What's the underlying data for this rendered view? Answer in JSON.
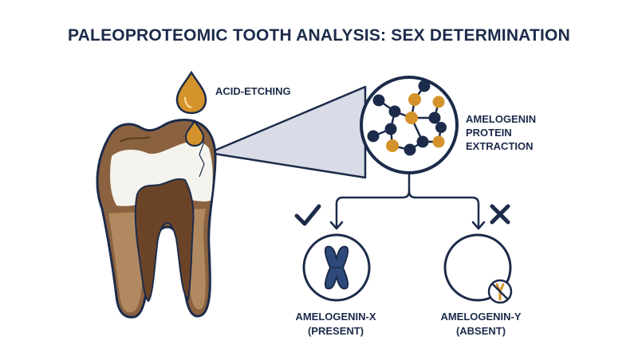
{
  "title": "PALEOPROTEOMIC TOOTH ANALYSIS: SEX DETERMINATION",
  "labels": {
    "acid_etching": "ACID-ETCHING",
    "amelogenin_extraction": [
      "AMELOGENIN",
      "PROTEIN",
      "EXTRACTION"
    ],
    "amelogenin_x": [
      "AMELOGENIN-X",
      "(PRESENT)"
    ],
    "amelogenin_y": [
      "AMELOGENIN-Y",
      "(ABSENT)"
    ]
  },
  "icons": {
    "check": "check-icon",
    "cross": "cross-icon",
    "x_chromosome": "x-chromosome-icon",
    "y_chromosome_absent": "y-chromosome-absent-icon"
  },
  "colors": {
    "navy": "#1c2b4a",
    "amber": "#d4932a",
    "tooth_brown": "#8a6240",
    "tooth_light": "#c09a6e",
    "enamel": "#f4f3ee",
    "lens": "#d9dbe6"
  }
}
